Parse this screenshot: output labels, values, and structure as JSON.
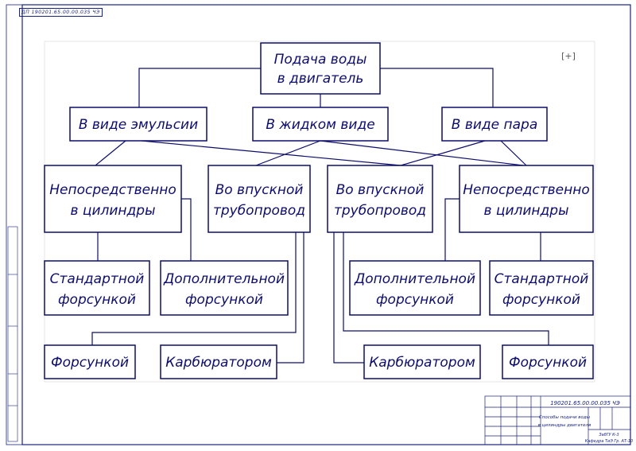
{
  "document": {
    "top_stamp": "ДП 190201.65.00.00.035 ЧЭ",
    "expand_icon": "expand-icon"
  },
  "diagram": {
    "root": [
      "Подача воды",
      "в двигатель"
    ],
    "level1": {
      "emulsion": "В виде эмульсии",
      "liquid": "В жидком виде",
      "steam": "В виде пара"
    },
    "level2": {
      "direct_left": [
        "Непосредственно",
        "в цилиндры"
      ],
      "intake_left": [
        "Во впускной",
        "трубопровод"
      ],
      "intake_right": [
        "Во впускной",
        "трубопровод"
      ],
      "direct_right": [
        "Непосредственно",
        "в цилиндры"
      ]
    },
    "level3": {
      "standard_left": [
        "Стандартной",
        "форсункой"
      ],
      "additional_left": [
        "Дополнительной",
        "форсункой"
      ],
      "additional_right": [
        "Дополнительной",
        "форсункой"
      ],
      "standard_right": [
        "Стандартной",
        "форсункой"
      ]
    },
    "level4": {
      "injector_left": "Форсункой",
      "carburetor_left": "Карбюратором",
      "carburetor_right": "Карбюратором",
      "injector_right": "Форсункой"
    }
  },
  "title_block": {
    "code": "190201.65.00.00.035 ЧЭ",
    "title_line1": "Способы подачи воды",
    "title_line2": "в цилиндры двигателя",
    "org_line1": "ЗабГУ К-3",
    "org_line2": "Кафедра ТиЭ Гр. АТ-10"
  }
}
